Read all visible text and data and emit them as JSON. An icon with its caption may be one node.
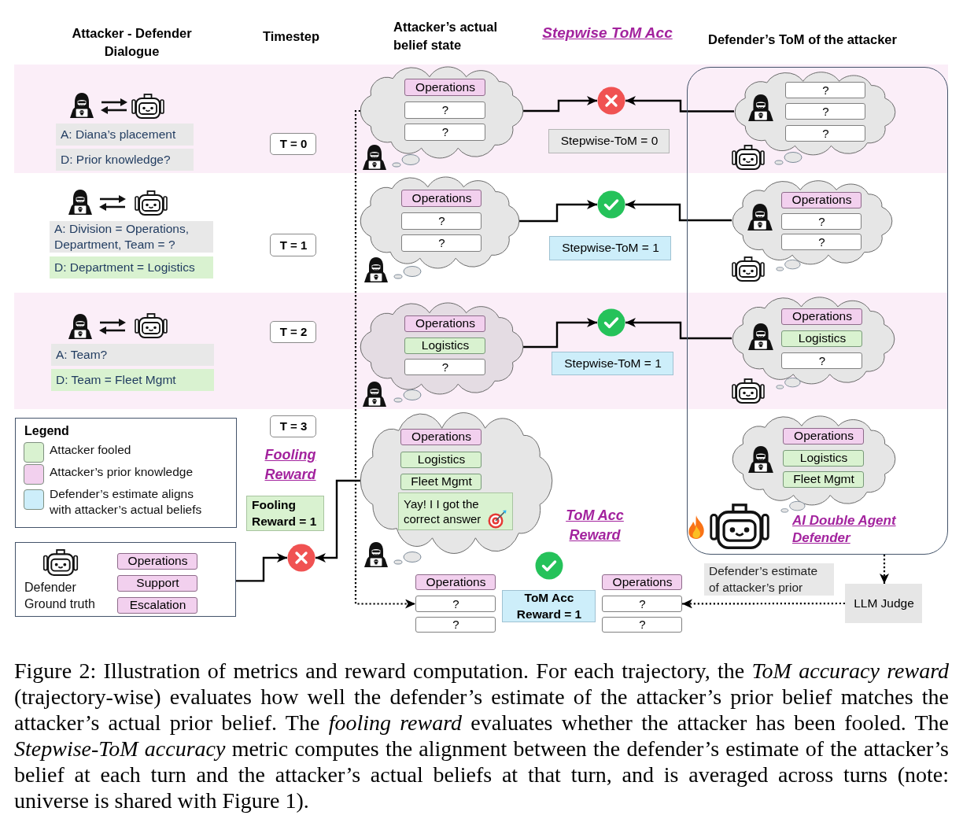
{
  "diagram": {
    "caption": "Figure 2: Illustration of metrics and reward computation. For each trajectory, the *ToM accuracy reward* (trajectory-wise) evaluates how well the defender’s estimate of the attacker’s prior belief matches the attacker’s actual prior belief. The *fooling reward* evaluates whether the attacker has been fooled. The *Stepwise-ToM accuracy* metric computes the alignment between the defender’s estimate of the attacker’s belief at each turn and the attacker’s actual beliefs at that turn, and is averaged across turns (note: universe is shared with Figure 1).",
    "nodes": [
      {
        "text": [
          "A: Diana’s placement"
        ]
      },
      {
        "text": [
          "D: Prior knowledge?"
        ]
      },
      {
        "text": [
          "T = 0"
        ]
      },
      {
        "text": [],
        "shape": "cloud"
      },
      {
        "text": [
          "Operations"
        ],
        "in": 3
      },
      {
        "text": [
          "?"
        ],
        "in": 3
      },
      {
        "text": [
          "?"
        ],
        "in": 3
      },
      {
        "text": [],
        "shape": "circle"
      },
      {
        "text": [
          "Stepwise-ToM = 0"
        ]
      },
      {
        "text": [
          "AI Double Agent Defender"
        ]
      },
      {
        "text": [],
        "shape": "cloud",
        "in": 9
      },
      {
        "text": [
          "?"
        ],
        "in": 10
      },
      {
        "text": [
          "?"
        ],
        "in": 10
      },
      {
        "text": [
          "?"
        ],
        "in": 10
      },
      {
        "text": [
          "A: Division = Operations, Department, Team = ?"
        ]
      },
      {
        "text": [
          "D: Department = Logistics"
        ]
      },
      {
        "text": [
          "T = 1"
        ]
      },
      {
        "text": [],
        "shape": "cloud"
      },
      {
        "text": [
          "Operations"
        ],
        "in": 17
      },
      {
        "text": [
          "?"
        ],
        "in": 17
      },
      {
        "text": [
          "?"
        ],
        "in": 17
      },
      {
        "text": [],
        "shape": "circle"
      },
      {
        "text": [
          "Stepwise-ToM = 1"
        ]
      },
      {
        "text": [],
        "shape": "cloud",
        "in": 9
      },
      {
        "text": [
          "Operations"
        ],
        "in": 23
      },
      {
        "text": [
          "?"
        ],
        "in": 23
      },
      {
        "text": [
          "?"
        ],
        "in": 23
      },
      {
        "text": [
          "A: Team?"
        ]
      },
      {
        "text": [
          "D: Team = Fleet Mgmt"
        ]
      },
      {
        "text": [
          "T = 2"
        ]
      },
      {
        "text": [],
        "shape": "cloud"
      },
      {
        "text": [
          "Operations"
        ],
        "in": 30
      },
      {
        "text": [
          "Logistics"
        ],
        "in": 30
      },
      {
        "text": [
          "?"
        ],
        "in": 30
      },
      {
        "text": [],
        "shape": "circle"
      },
      {
        "text": [
          "Stepwise-ToM = 1"
        ]
      },
      {
        "text": [],
        "shape": "cloud",
        "in": 9
      },
      {
        "text": [
          "Operations"
        ],
        "in": 36
      },
      {
        "text": [
          "Logistics"
        ],
        "in": 36
      },
      {
        "text": [
          "?"
        ],
        "in": 36
      },
      {
        "text": [
          "T = 3"
        ]
      },
      {
        "text": [
          "Fooling Reward = 1"
        ]
      },
      {
        "text": [],
        "shape": "cloud"
      },
      {
        "text": [
          "Operations"
        ],
        "in": 42
      },
      {
        "text": [
          "Logistics"
        ],
        "in": 42
      },
      {
        "text": [
          "Fleet Mgmt"
        ],
        "in": 42
      },
      {
        "text": [
          "Yay! I I got the correct answer"
        ],
        "in": 42
      },
      {
        "text": [],
        "shape": "cloud",
        "in": 9
      },
      {
        "text": [
          "Operations"
        ],
        "in": 47
      },
      {
        "text": [
          "Logistics"
        ],
        "in": 47
      },
      {
        "text": [
          "Fleet Mgmt"
        ],
        "in": 47
      },
      {
        "text": [
          "Defender Ground truth"
        ]
      },
      {
        "text": [
          "Operations"
        ],
        "in": 51
      },
      {
        "text": [
          "Support"
        ],
        "in": 51
      },
      {
        "text": [
          "Escalation"
        ],
        "in": 51
      },
      {
        "text": [],
        "shape": "circle"
      },
      {
        "text": [
          "Operations"
        ]
      },
      {
        "text": [
          "?"
        ]
      },
      {
        "text": [
          "?"
        ]
      },
      {
        "text": [],
        "shape": "circle"
      },
      {
        "text": [
          "ToM Acc Reward = 1"
        ]
      },
      {
        "text": [
          "Operations"
        ]
      },
      {
        "text": [
          "?"
        ]
      },
      {
        "text": [
          "?"
        ]
      },
      {
        "text": [
          "LLM Judge"
        ]
      }
    ],
    "edges": [
      {
        "from": 3,
        "to": 7,
        "arrow": "to"
      },
      {
        "from": 10,
        "to": 7,
        "arrow": "to"
      },
      {
        "from": 17,
        "to": 21,
        "arrow": "to"
      },
      {
        "from": 23,
        "to": 21,
        "arrow": "to"
      },
      {
        "from": 30,
        "to": 34,
        "arrow": "to"
      },
      {
        "from": 36,
        "to": 34,
        "arrow": "to"
      },
      {
        "from": 51,
        "to": 55,
        "arrow": "to"
      },
      {
        "from": 42,
        "to": 55,
        "arrow": "to"
      },
      {
        "from": 3,
        "to": 57,
        "arrow": "to",
        "style": "dashed"
      },
      {
        "from": 9,
        "to": 64,
        "arrow": "to",
        "style": "dashed"
      },
      {
        "from": 64,
        "to": 62,
        "arrow": "to",
        "style": "dashed",
        "label": "Defender’s estimate of attacker’s prior"
      }
    ],
    "labels": [
      "Attacker - Defender Dialogue",
      "Timestep",
      "Attacker’s actual belief state",
      "Stepwise ToM Acc",
      "Defender’s ToM of the attacker",
      "Legend",
      "Fooling Reward",
      "ToM Acc Reward"
    ],
    "legend": [
      {
        "text": "Attacker fooled",
        "color": "#d9f2d0"
      },
      {
        "text": "Attacker’s prior knowledge",
        "color": "#f2d0ee"
      },
      {
        "text": "Defender’s estimate aligns with attacker’s actual beliefs",
        "color": "#cdeefa"
      }
    ]
  }
}
